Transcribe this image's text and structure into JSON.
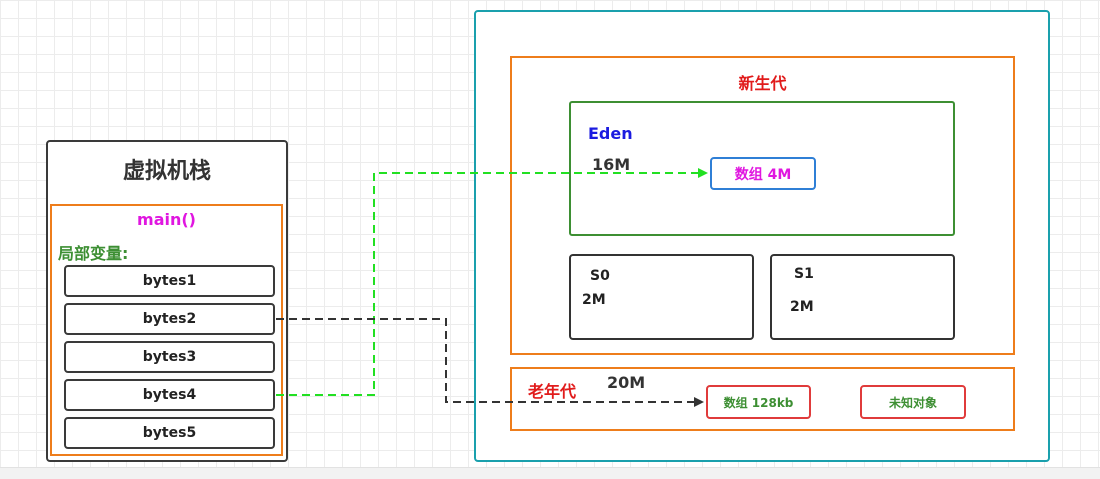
{
  "stack": {
    "title": "虚拟机栈",
    "frame": "main()",
    "locals_label": "局部变量:",
    "variables": [
      "bytes1",
      "bytes2",
      "bytes3",
      "bytes4",
      "bytes5"
    ]
  },
  "heap": {
    "young": {
      "title": "新生代",
      "eden": {
        "label": "Eden",
        "size": "16M",
        "object": "数组 4M"
      },
      "s0": {
        "label": "S0",
        "size": "2M"
      },
      "s1": {
        "label": "S1",
        "size": "2M"
      }
    },
    "old": {
      "title": "老年代",
      "size": "20M",
      "objects": [
        "数组 128kb",
        "未知对象"
      ]
    }
  },
  "colors": {
    "heap_border": "#1aa0ad",
    "generation_border": "#ee7d1b",
    "eden_border": "#3d8f33",
    "object_border": "#2f7fd6",
    "old_object_border": "#e03b3b",
    "green_arrow": "#22e022",
    "dark_arrow": "#333333"
  }
}
